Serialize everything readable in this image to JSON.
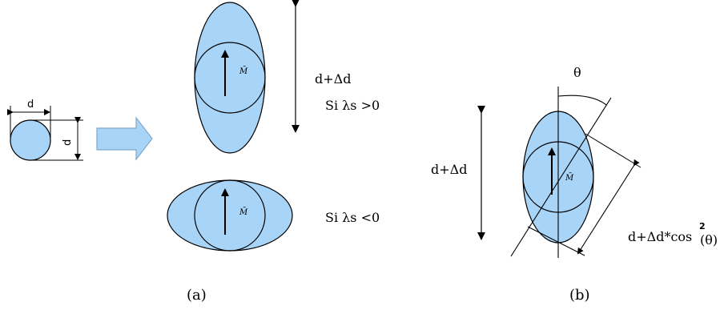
{
  "colors": {
    "fill": "#a8d4f8",
    "stroke": "#000000"
  },
  "panel_a": {
    "sphere": {
      "d_label": "d",
      "d_vertical_label": "d"
    },
    "arrow_icon": "right-block-arrow-icon",
    "prolate": {
      "moment_label": "M̄",
      "length_label": "d+Δd",
      "condition": "Si  λs >0"
    },
    "oblate": {
      "moment_label": "M̄",
      "condition": "Si  λs <0"
    },
    "caption": "(a)"
  },
  "panel_b": {
    "theta_label": "θ",
    "length_label": "d+Δd",
    "moment_label": "M̄",
    "projection_label": "d+Δd*cos",
    "projection_exponent": "2",
    "projection_arg": "(θ)",
    "caption": "(b)"
  }
}
